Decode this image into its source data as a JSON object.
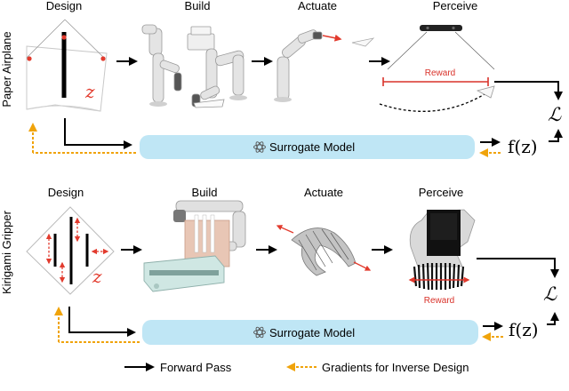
{
  "row1": {
    "side_label": "Paper Airplane",
    "stages": [
      "Design",
      "Build",
      "Actuate",
      "Perceive"
    ],
    "reward_label": "Reward",
    "surrogate_label": "Surrogate Model",
    "design_var": "z"
  },
  "row2": {
    "side_label": "Kirigami Gripper",
    "stages": [
      "Design",
      "Build",
      "Actuate",
      "Perceive"
    ],
    "reward_label": "Reward",
    "surrogate_label": "Surrogate Model",
    "design_var": "z"
  },
  "output": {
    "fz": "f(z)",
    "loss": "ℒ"
  },
  "legend": {
    "forward": "Forward Pass",
    "gradients": "Gradients for Inverse Design"
  },
  "colors": {
    "surrogate_fill": "#bfe6f5",
    "reward_red": "#d9322a",
    "gradient_orange": "#f0a30a",
    "design_red": "#e23b2e"
  }
}
